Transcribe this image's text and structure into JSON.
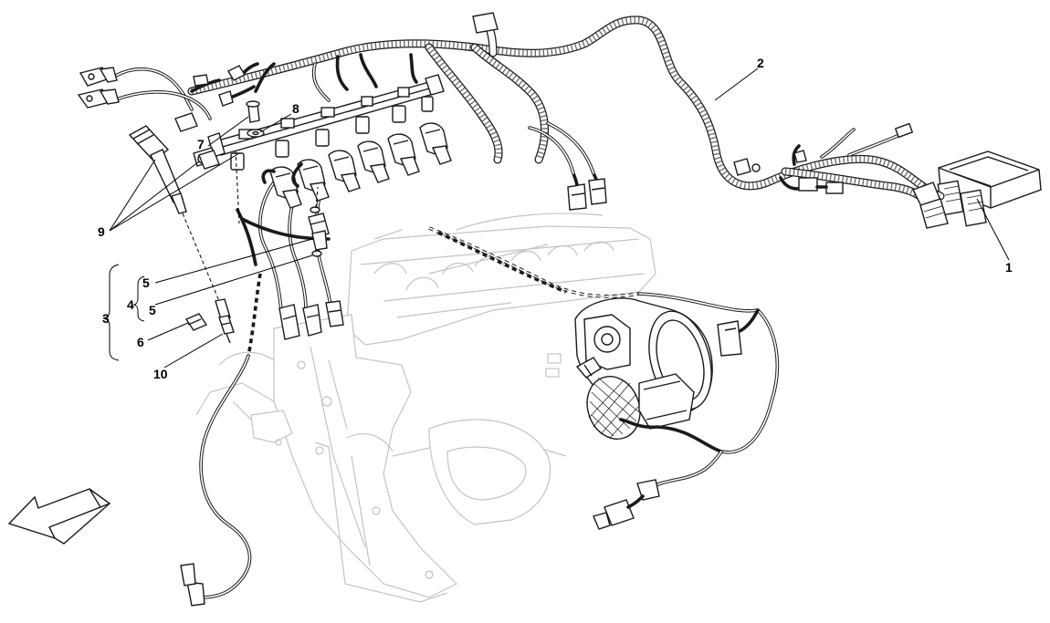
{
  "diagram": {
    "callouts": [
      {
        "id": "1",
        "text": "1"
      },
      {
        "id": "2",
        "text": "2"
      },
      {
        "id": "3",
        "text": "3"
      },
      {
        "id": "4",
        "text": "4"
      },
      {
        "id": "5a",
        "text": "5"
      },
      {
        "id": "5b",
        "text": "5"
      },
      {
        "id": "6",
        "text": "6"
      },
      {
        "id": "7",
        "text": "7"
      },
      {
        "id": "8",
        "text": "8"
      },
      {
        "id": "9",
        "text": "9"
      },
      {
        "id": "10",
        "text": "10"
      }
    ]
  }
}
